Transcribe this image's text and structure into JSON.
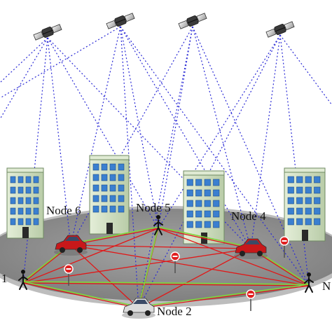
{
  "labels": {
    "node1": "1",
    "node2": "Node 2",
    "node3": "N",
    "node4": "Node 4",
    "node5": "Node 5",
    "node6": "Node 6"
  },
  "icons": {
    "satellite": "satellite-icon",
    "building": "office-building-icon",
    "car": "car-icon",
    "pedestrian": "walking-person-icon",
    "sign": "traffic-sign-icon"
  },
  "colors": {
    "satellite_link": "#2b2bd6",
    "node_link_red": "#e01818",
    "node_link_green": "#7ed63a",
    "ground": "#8f8f8f",
    "ground_edge": "#b8b8b8",
    "building_wall": "#cfe3c2",
    "window": "#3a7fd0"
  }
}
